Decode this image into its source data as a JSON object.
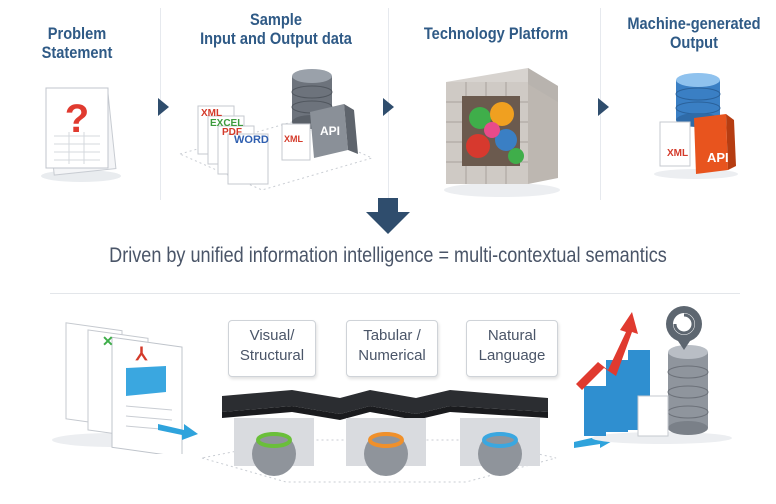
{
  "steps": [
    {
      "title_line1": "Problem Statement",
      "title_line2": ""
    },
    {
      "title_line1": "Sample",
      "title_line2": "Input and Output data"
    },
    {
      "title_line1": "Technology Platform",
      "title_line2": ""
    },
    {
      "title_line1": "Machine-generated",
      "title_line2": "Output"
    }
  ],
  "sample_docs": [
    "XML",
    "EXCEL",
    "PDF",
    "WORD"
  ],
  "sample_tags": {
    "xml": "XML",
    "api": "API"
  },
  "output_tags": {
    "xml": "XML",
    "api": "API"
  },
  "tagline": "Driven by unified information intelligence = multi-contextual semantics",
  "contexts": [
    {
      "line1": "Visual/",
      "line2": "Structural"
    },
    {
      "line1": "Tabular /",
      "line2": "Numerical"
    },
    {
      "line1": "Natural",
      "line2": "Language"
    }
  ],
  "colors": {
    "title": "#2f5a86",
    "arrow": "#2f4d6d",
    "api_orange": "#e8541e",
    "db_blue": "#3a7fc4",
    "gear_ring_green": "#6abf3a",
    "gear_ring_orange": "#f0902a",
    "gear_ring_blue": "#3aa7e0"
  }
}
